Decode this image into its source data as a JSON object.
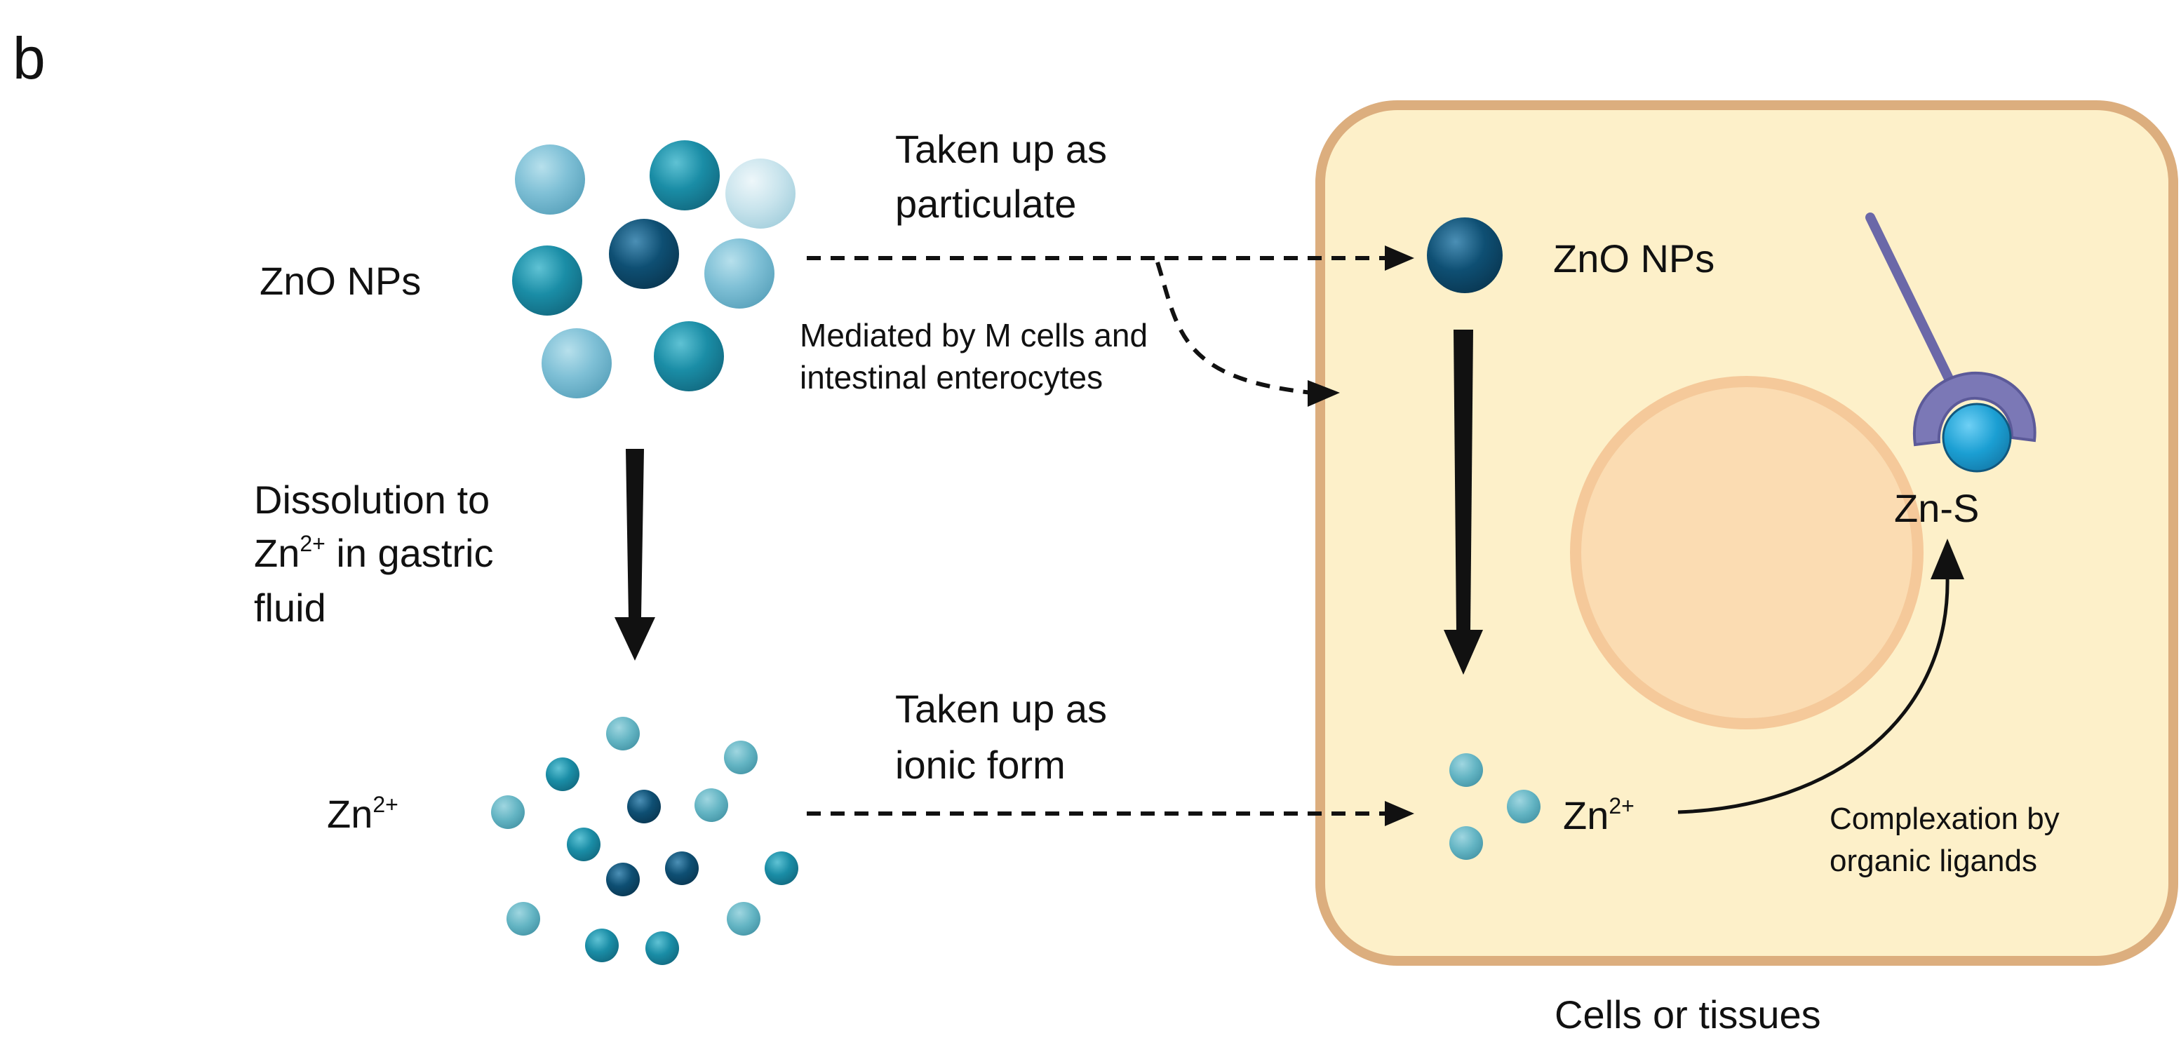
{
  "panel_label": "b",
  "labels": {
    "zno_left": "ZnO NPs",
    "zn_left": "Zn",
    "zn_sup": "2+",
    "taken_particulate_1": "Taken up as",
    "taken_particulate_2": "particulate",
    "mediated_1": "Mediated by M cells and",
    "mediated_2": "intestinal enterocytes",
    "dissolution_1": "Dissolution to",
    "dissolution_2a": "Zn",
    "dissolution_2b": " in gastric",
    "dissolution_3": "fluid",
    "taken_ionic_1": "Taken up as",
    "taken_ionic_2": "ionic form",
    "zno_cell": "ZnO NPs",
    "zn_cell": "Zn",
    "zns": "Zn-S",
    "complexation_1": "Complexation by",
    "complexation_2": "organic ligands",
    "cells": "Cells or tissues"
  },
  "colors": {
    "cell_fill": "#fdf0c9",
    "cell_border": "#dcae7e",
    "nucleus_fill": "#fbdcb2",
    "nucleus_border": "#f5c99a",
    "np_dark": "#0e4f73",
    "np_mid": "#1a8da6",
    "np_light": "#7fc0d6",
    "np_pale": "#c7e3ec",
    "ion_mid": "#63b4c3",
    "ligand": "#7b78b6",
    "zns_ion": "#1b9fd3"
  }
}
